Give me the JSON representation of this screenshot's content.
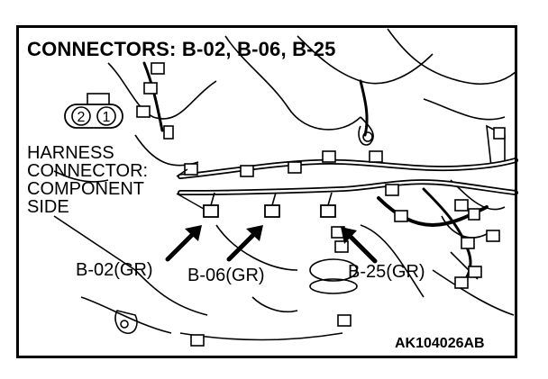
{
  "title": "CONNECTORS: B-02, B-06, B-25",
  "harness_label": {
    "line1": "HARNESS",
    "line2": "CONNECTOR:",
    "line3": "COMPONENT",
    "line4": "SIDE"
  },
  "pin_numbers": [
    "2",
    "1"
  ],
  "callouts": [
    "B-02(GR)",
    "B-06(GR)",
    "B-25(GR)"
  ],
  "figure_code": "AK104026AB"
}
